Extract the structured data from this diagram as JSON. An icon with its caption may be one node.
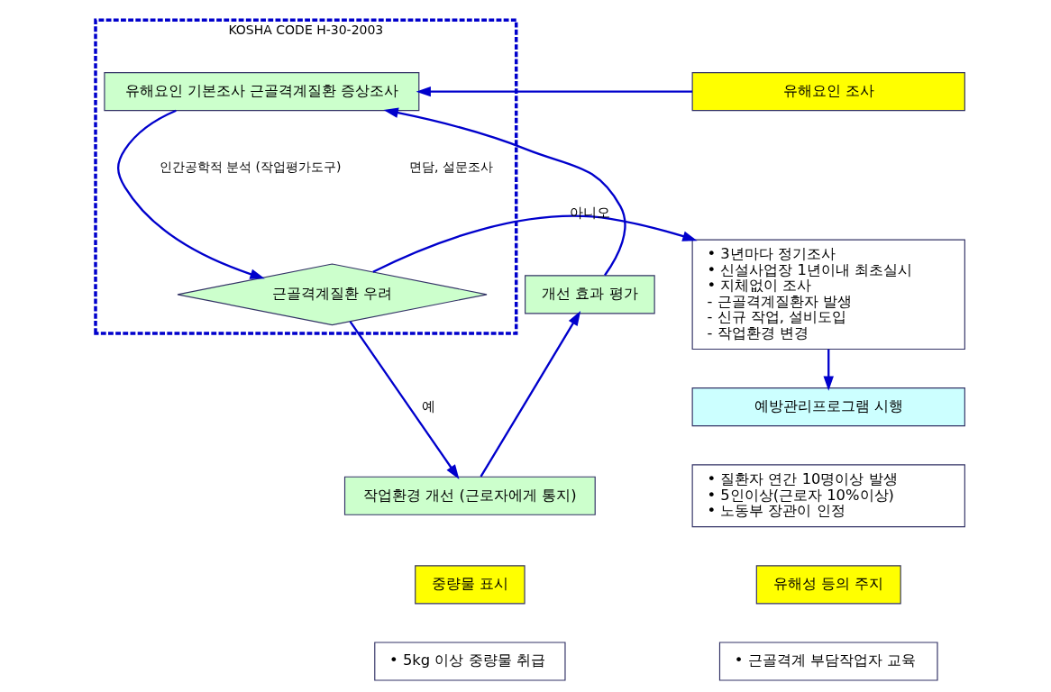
{
  "diagram": {
    "nodes": [
      {
        "text": [
          "KOSHA CODE H-30-2003"
        ]
      },
      {
        "text": [
          "유해요인 기본조사 근골격계질환 증상조사"
        ],
        "in": 0
      },
      {
        "text": [
          "근골격계질환 우려"
        ],
        "in": 0
      },
      {
        "text": [
          "개선 효과 평가"
        ]
      },
      {
        "text": [
          "작업환경 개선 (근로자에게 통지)"
        ]
      },
      {
        "text": [
          "유해요인 조사"
        ]
      },
      {
        "text": [
          "• 3년마다 정기조사",
          "• 신설사업장 1년이내 최초실시",
          "• 지체없이 조사",
          "- 근골격계질환자 발생",
          "- 신규 작업, 설비도입",
          "- 작업환경 변경"
        ]
      },
      {
        "text": [
          "예방관리프로그램 시행"
        ]
      },
      {
        "text": [
          "• 질환자 연간 10명이상 발생",
          "• 5인이상(근로자 10%이상)",
          "• 노동부 장관이 인정"
        ]
      },
      {
        "text": [
          "중량물 표시"
        ]
      },
      {
        "text": [
          "• 5kg 이상 중량물 취급"
        ]
      },
      {
        "text": [
          "유해성 등의 주지"
        ]
      },
      {
        "text": [
          "• 근골격계 부담작업자 교육"
        ]
      }
    ],
    "edges": [
      {
        "from": 1,
        "to": 2,
        "arrow": "to"
      },
      {
        "from": 2,
        "to": 6,
        "label": "아니오",
        "arrow": "to"
      },
      {
        "from": 2,
        "to": 4,
        "label": "예",
        "arrow": "to"
      },
      {
        "from": 4,
        "to": 3,
        "arrow": "to"
      },
      {
        "from": 3,
        "to": 1,
        "arrow": "to"
      },
      {
        "from": 5,
        "to": 1,
        "arrow": "to"
      },
      {
        "from": 6,
        "to": 7,
        "arrow": "to"
      }
    ],
    "labels": [
      "인간공학적 분석 (작업평가도구)",
      "면담, 설문조사"
    ]
  }
}
